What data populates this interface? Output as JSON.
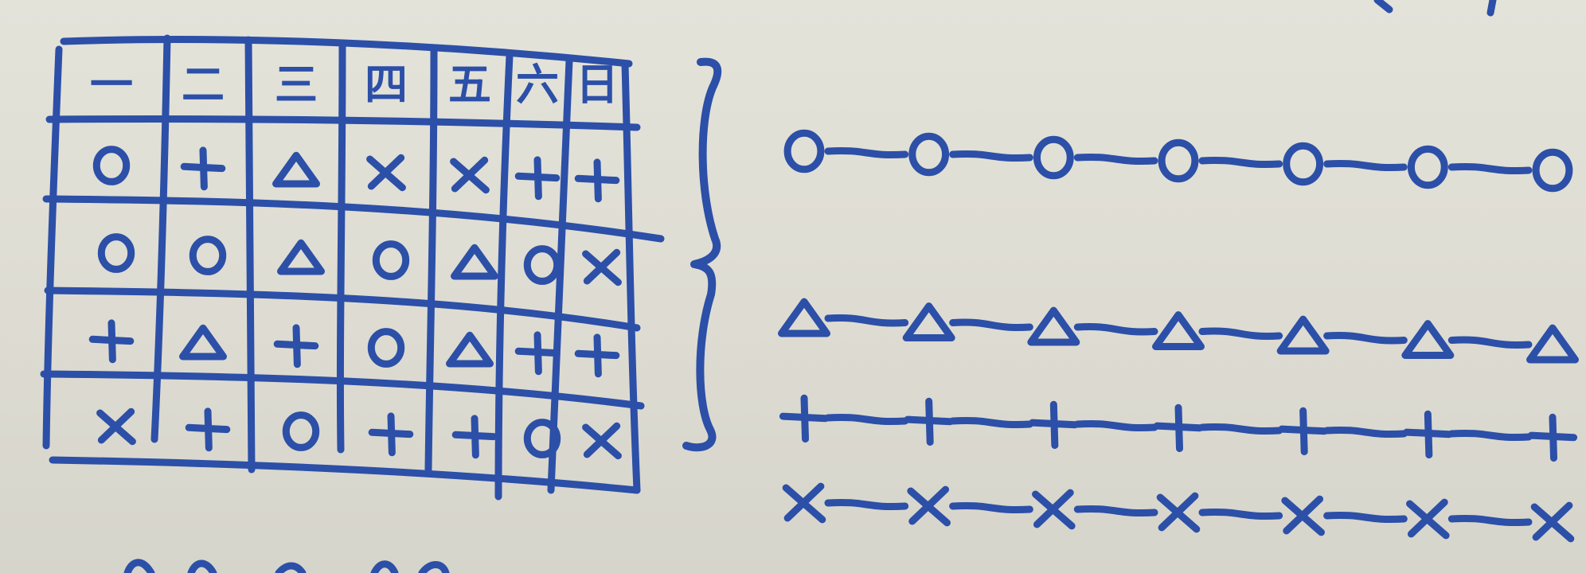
{
  "scene": {
    "description_colors": {
      "paper": "#e0dfd5",
      "ink": "#2c4fa8"
    }
  },
  "table": {
    "headers": [
      "一",
      "二",
      "三",
      "四",
      "五",
      "六",
      "日"
    ],
    "rows": [
      [
        "circle",
        "plus",
        "triangle",
        "cross",
        "cross",
        "plus",
        "plus"
      ],
      [
        "circle",
        "circle",
        "triangle",
        "circle",
        "triangle",
        "circle",
        "cross"
      ],
      [
        "plus",
        "triangle",
        "plus",
        "circle",
        "triangle",
        "plus",
        "plus"
      ],
      [
        "cross",
        "plus",
        "circle",
        "plus",
        "plus",
        "circle",
        "cross"
      ]
    ]
  },
  "chains": [
    {
      "symbol": "circle",
      "count": 7
    },
    {
      "symbol": "triangle",
      "count": 7
    },
    {
      "symbol": "plus",
      "count": 7
    },
    {
      "symbol": "cross",
      "count": 7
    }
  ]
}
